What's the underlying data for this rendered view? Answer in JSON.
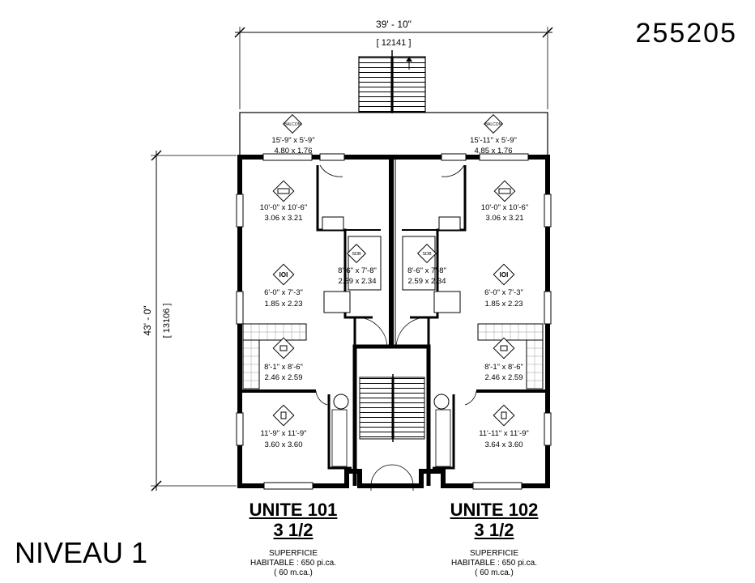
{
  "plan_number": "255205",
  "level": "NIVEAU 1",
  "dimensions": {
    "width_imperial": "39' - 10\"",
    "width_metric": "[ 12141 ]",
    "depth_imperial": "43' - 0\"",
    "depth_metric": "[ 13106 ]"
  },
  "balcony_icon": "BALCON",
  "bath_icon": "SDB",
  "units": [
    {
      "name": "UNITE 101",
      "rooms": "3 1/2",
      "area_label": "SUPERFICIE",
      "area_habitable": "HABITABLE : 650 pi.ca.",
      "area_metric": "( 60 m.ca.)",
      "spaces": [
        {
          "icon": "balcony-icon",
          "imperial": "15'-9\" x 5'-9\"",
          "metric": "4.80 x 1.76"
        },
        {
          "icon": "sofa-icon",
          "imperial": "10'-0\" x 10'-6\"",
          "metric": "3.06 x 3.21"
        },
        {
          "icon": "dining-icon",
          "imperial": "6'-0\" x 7'-3\"",
          "metric": "1.85 x 2.23"
        },
        {
          "icon": "kitchen-icon",
          "imperial": "8'-1\" x 8'-6\"",
          "metric": "2.46 x 2.59"
        },
        {
          "icon": "bed-icon",
          "imperial": "11'-9\" x 11'-9\"",
          "metric": "3.60 x 3.60"
        },
        {
          "icon": "bath-icon",
          "imperial": "8'-6\" x 7'-8\"",
          "metric": "2.59 x 2.34"
        }
      ]
    },
    {
      "name": "UNITE 102",
      "rooms": "3 1/2",
      "area_label": "SUPERFICIE",
      "area_habitable": "HABITABLE : 650 pi.ca.",
      "area_metric": "( 60 m.ca.)",
      "spaces": [
        {
          "icon": "balcony-icon",
          "imperial": "15'-11\" x 5'-9\"",
          "metric": "4.85 x 1.76"
        },
        {
          "icon": "sofa-icon",
          "imperial": "10'-0\" x 10'-6\"",
          "metric": "3.06 x 3.21"
        },
        {
          "icon": "dining-icon",
          "imperial": "6'-0\" x 7'-3\"",
          "metric": "1.85 x 2.23"
        },
        {
          "icon": "kitchen-icon",
          "imperial": "8'-1\" x 8'-6\"",
          "metric": "2.46 x 2.59"
        },
        {
          "icon": "bed-icon",
          "imperial": "11'-11\" x 11'-9\"",
          "metric": "3.64 x 3.60"
        },
        {
          "icon": "bath-icon",
          "imperial": "8'-6\" x 7'-8\"",
          "metric": "2.59 x 2.34"
        }
      ]
    }
  ]
}
